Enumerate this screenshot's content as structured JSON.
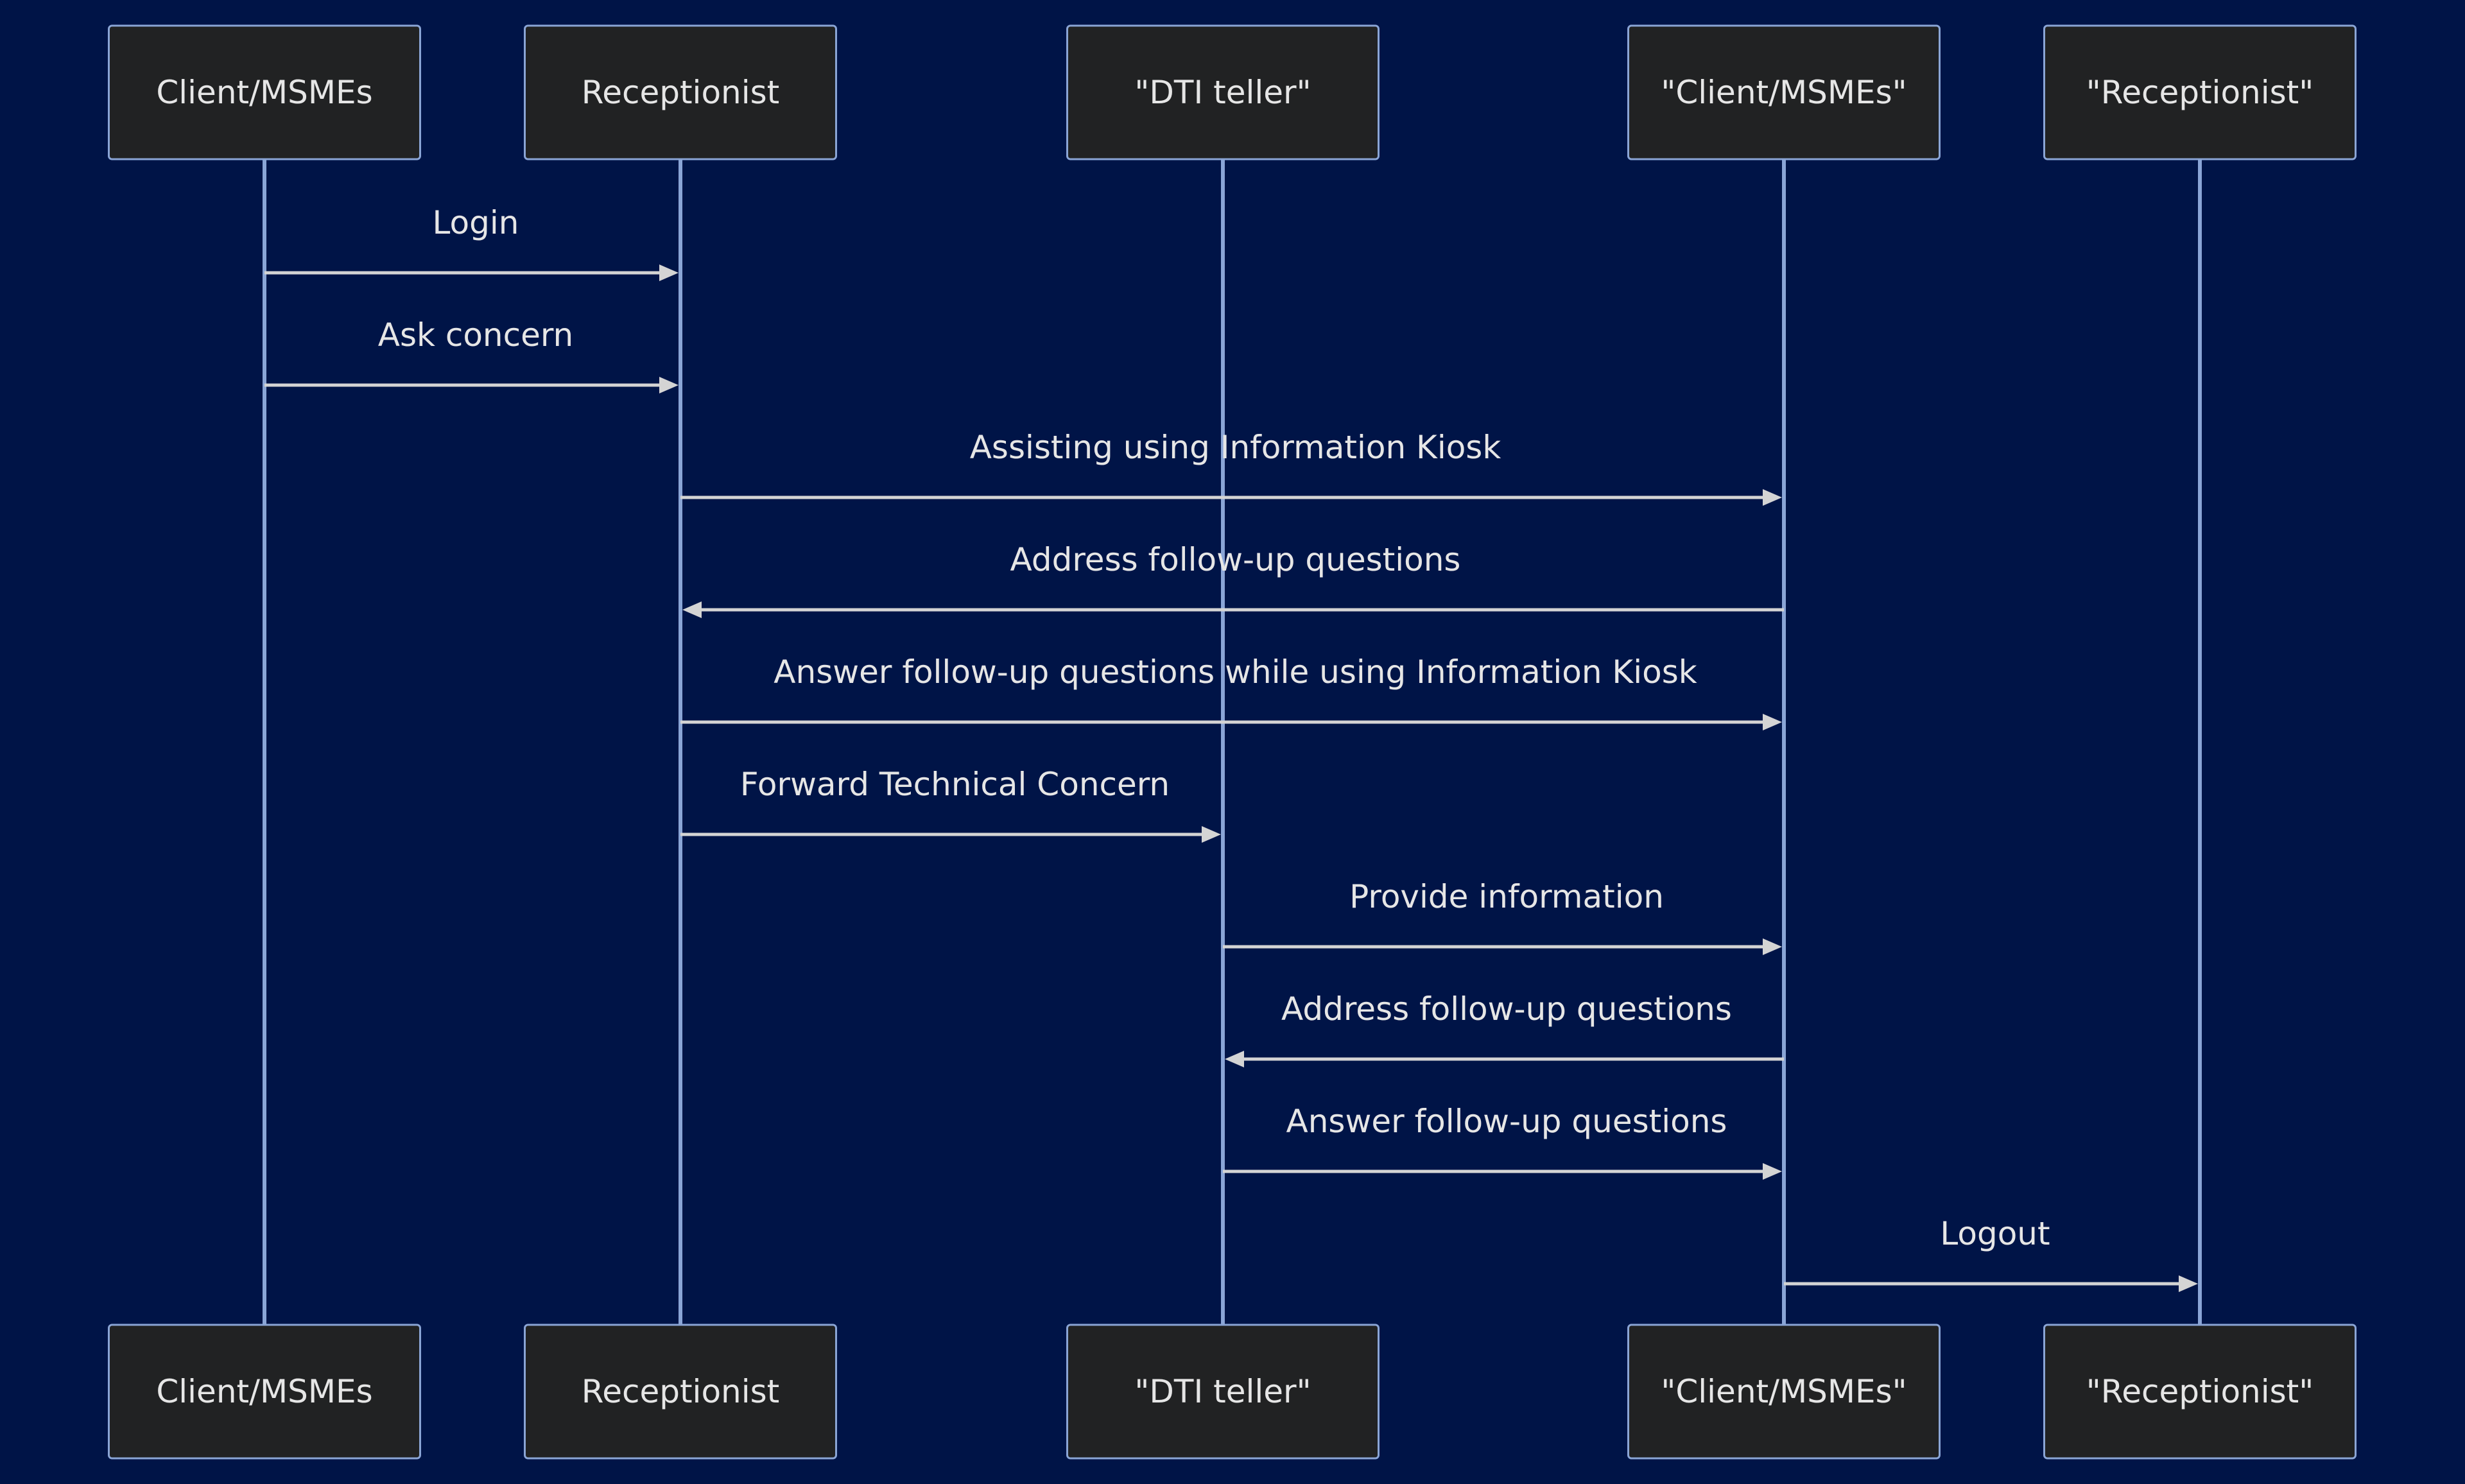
{
  "diagram": {
    "participants": [
      {
        "id": "client",
        "label": "Client/MSMEs"
      },
      {
        "id": "receptionist",
        "label": "Receptionist"
      },
      {
        "id": "teller",
        "label": "\"DTI teller\""
      },
      {
        "id": "client_q",
        "label": "\"Client/MSMEs\""
      },
      {
        "id": "receptionist_q",
        "label": "\"Receptionist\""
      }
    ],
    "messages": [
      {
        "from": "client",
        "to": "receptionist",
        "label": "Login"
      },
      {
        "from": "client",
        "to": "receptionist",
        "label": "Ask concern"
      },
      {
        "from": "receptionist",
        "to": "client_q",
        "label": "Assisting using Information Kiosk"
      },
      {
        "from": "client_q",
        "to": "receptionist",
        "label": "Address follow-up questions"
      },
      {
        "from": "receptionist",
        "to": "client_q",
        "label": "Answer follow-up questions while using Information Kiosk"
      },
      {
        "from": "receptionist",
        "to": "teller",
        "label": "Forward Technical Concern"
      },
      {
        "from": "teller",
        "to": "client_q",
        "label": "Provide information"
      },
      {
        "from": "client_q",
        "to": "teller",
        "label": "Address follow-up questions"
      },
      {
        "from": "teller",
        "to": "client_q",
        "label": "Answer follow-up questions"
      },
      {
        "from": "client_q",
        "to": "receptionist_q",
        "label": "Logout"
      }
    ]
  }
}
